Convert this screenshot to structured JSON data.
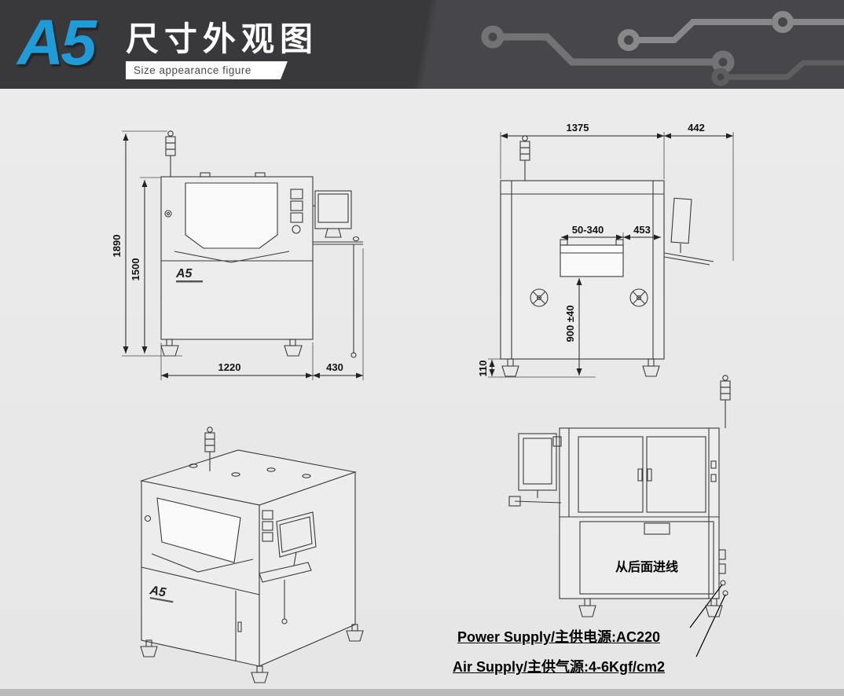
{
  "header": {
    "model": "A5",
    "title_cn": "尺寸外观图",
    "subtitle_en": "Size appearance figure"
  },
  "views": {
    "front": {
      "logo": "A5",
      "dim_height_total": "1890",
      "dim_height_table": "1500",
      "dim_width_body": "1220",
      "dim_width_monitor": "430"
    },
    "rear": {
      "dim_width_body": "1375",
      "dim_width_monitor": "442",
      "dim_rail_adjust": "50-340",
      "dim_rail_edge": "453",
      "dim_work_height": "900 ±40",
      "dim_foot": "110"
    },
    "iso": {
      "logo": "A5"
    },
    "side": {
      "rear_entry_note": "从后面进线",
      "power_label": "Power Supply/主供电源:AC220",
      "air_label": "Air Supply/主供气源:4-6Kgf/cm2"
    }
  },
  "colors": {
    "accent_blue": "#1f9bd7",
    "header_dark": "#39393c",
    "line_dark": "#3a3a3a"
  }
}
